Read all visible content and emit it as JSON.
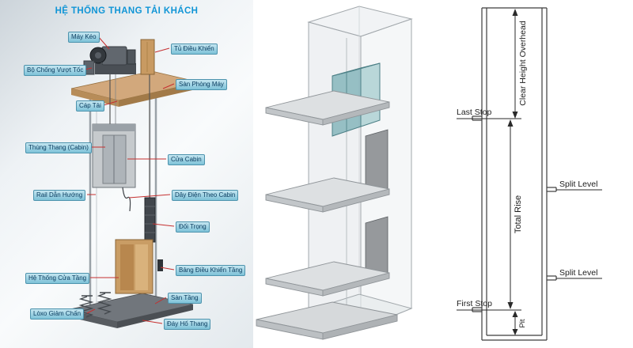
{
  "title": "HỆ THỐNG THANG TẢI KHÁCH",
  "parts": {
    "may_keo": "Máy Kéo",
    "tu_dieu_khien": "Tủ Điều Khiển",
    "bo_chong_vuot_toc": "Bộ Chống Vượt Tốc",
    "san_phong_may": "Sàn Phòng Máy",
    "cap_tai": "Cáp Tải",
    "thung_thang": "Thùng Thang (Cabin)",
    "cua_cabin": "Cửa Cabin",
    "rail_dan_huong": "Rail Dẫn Hướng",
    "day_dien_theo_cabin": "Dây Điện Theo Cabin",
    "doi_trong": "Đối Trọng",
    "he_thong_cua_tang": "Hệ Thống Cửa Tầng",
    "bang_dieu_khien_tang": "Bảng Điều Khiển Tầng",
    "san_tang": "Sàn Tầng",
    "loxo_giam_chan": "Lòxo Giảm Chấn",
    "day_ho_thang": "Đáy Hố Thang"
  },
  "schematic": {
    "clear_height_overhead": "Clear Height Overhead",
    "last_stop": "Last Stop",
    "total_rise": "Total Rise",
    "split_level_upper": "Split Level",
    "split_level_lower": "Split Level",
    "first_stop": "First Stop",
    "pit": "Pit"
  },
  "colors": {
    "title": "#1095d6",
    "label_background": "#7ec2d8",
    "label_text": "#093b5e",
    "leader_line": "#c53030",
    "schematic_line": "#3c3c3c"
  }
}
